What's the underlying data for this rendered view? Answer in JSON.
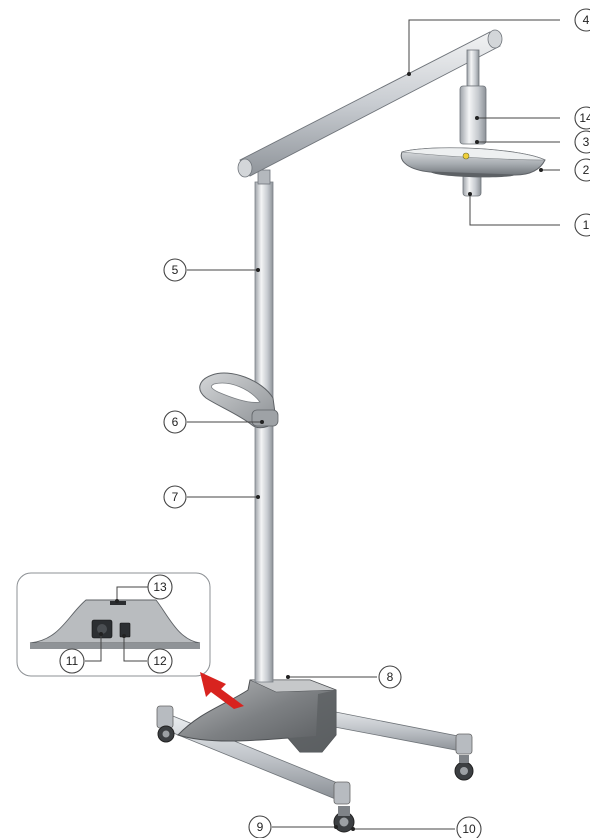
{
  "colors": {
    "arrow": "#d8231f",
    "metal": "#c9cdd2",
    "base": "#8a8c8e",
    "callout_stroke": "#444444"
  },
  "callouts": {
    "c1": "1",
    "c2": "2",
    "c3": "3",
    "c4": "4",
    "c5": "5",
    "c6": "6",
    "c7": "7",
    "c8": "8",
    "c9": "9",
    "c10": "10",
    "c11": "11",
    "c12": "12",
    "c13": "13",
    "c14": "14"
  }
}
